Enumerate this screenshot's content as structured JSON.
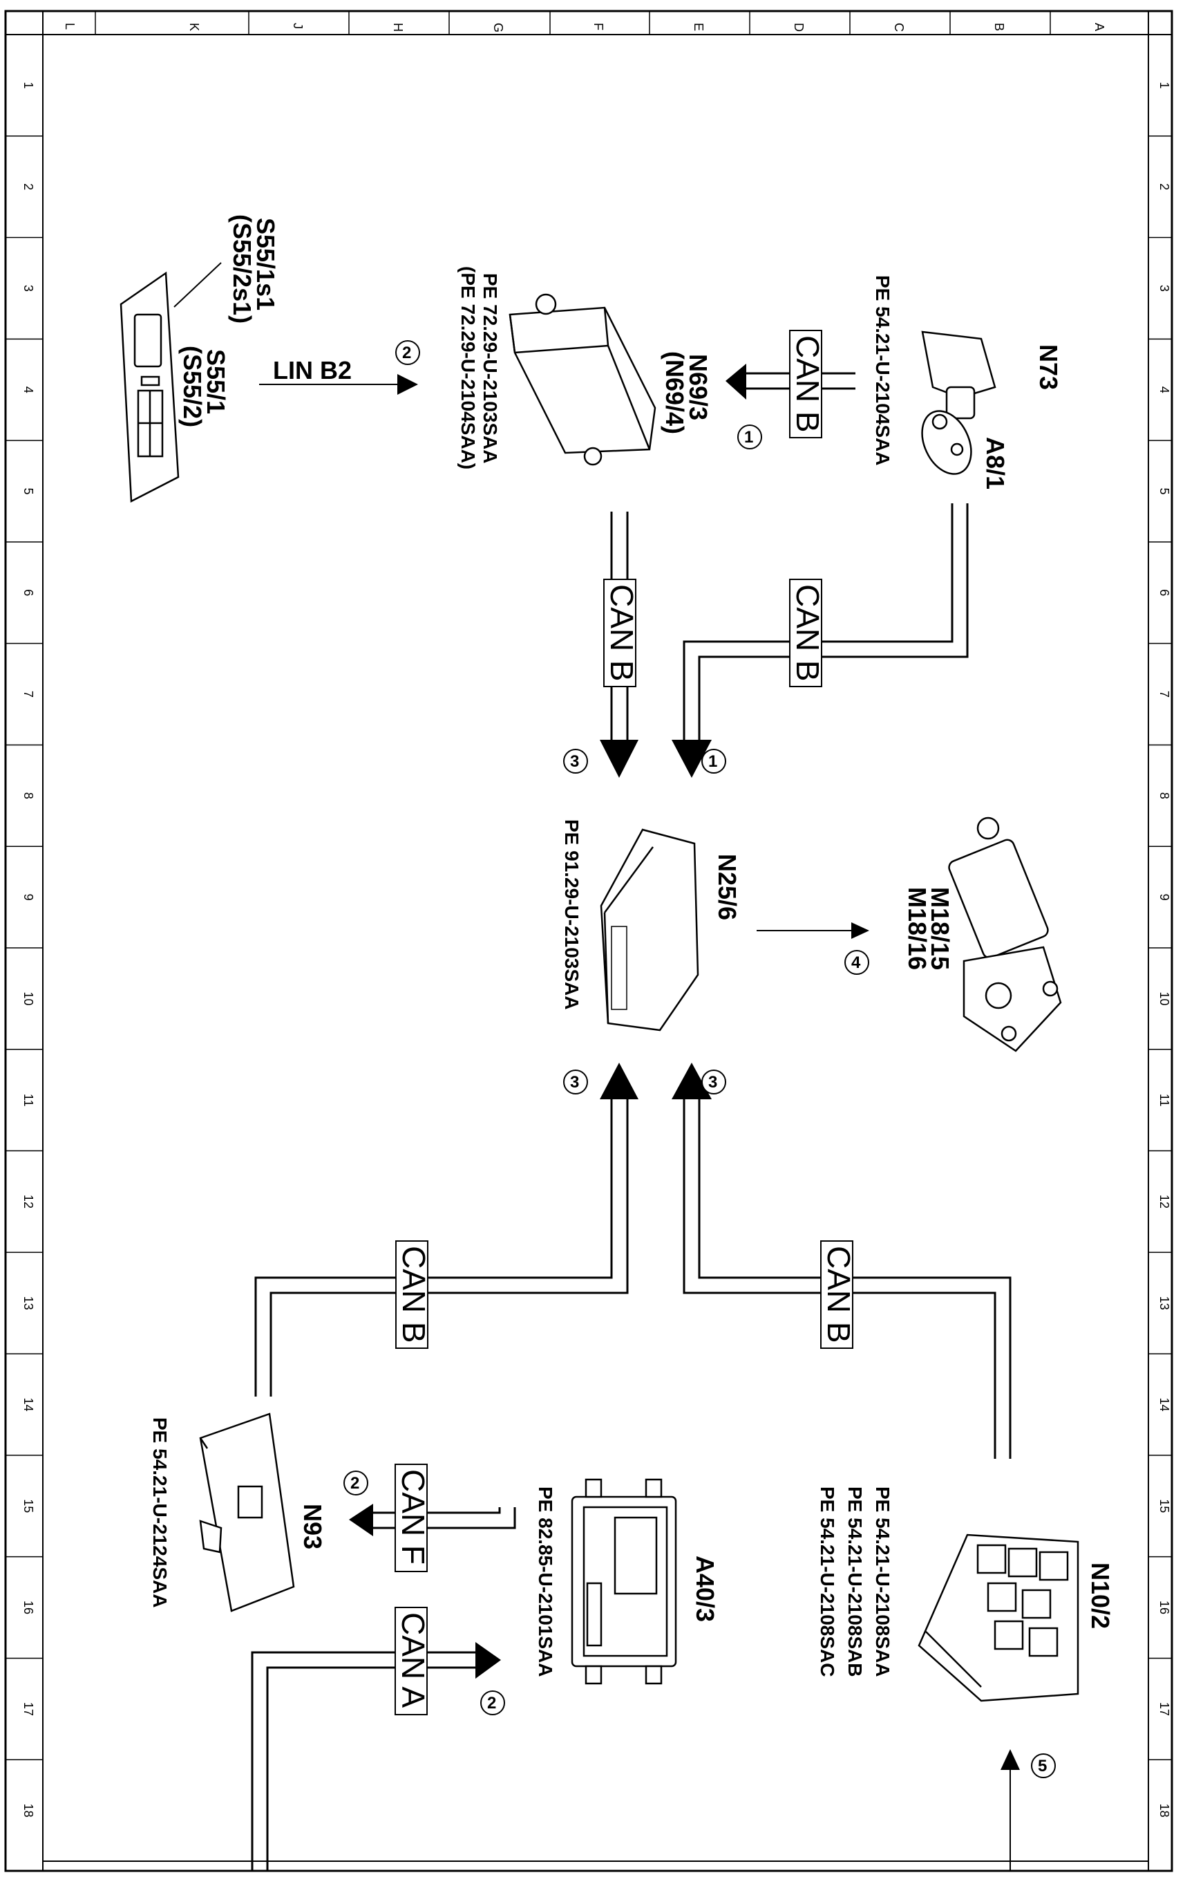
{
  "sheet": {
    "column_labels": [
      "L",
      "K",
      "J",
      "H",
      "G",
      "F",
      "E",
      "D",
      "C",
      "B",
      "A"
    ],
    "row_labels": [
      "1",
      "2",
      "3",
      "4",
      "5",
      "6",
      "7",
      "8",
      "9",
      "10",
      "11",
      "12",
      "13",
      "14",
      "15",
      "16",
      "17",
      "18"
    ]
  },
  "components": {
    "s55": {
      "line1": "S55/1s1",
      "line2": "(S55/2s1)",
      "line3": "S55/1",
      "line4": "(S55/2)"
    },
    "n69": {
      "line1": "N69/3",
      "line2": "(N69/4)",
      "pe1": "PE 72.29-U-2103SAA",
      "pe2": "(PE 72.29-U-2104SAA)"
    },
    "n73": {
      "name": "N73",
      "sub": "A8/1",
      "pe": "PE 54.21-U-2104SAA"
    },
    "n25": {
      "name": "N25/6",
      "pe": "PE 91.29-U-2103SAA"
    },
    "m18": {
      "line1": "M18/15",
      "line2": "M18/16"
    },
    "n93": {
      "name": "N93",
      "pe": "PE 54.21-U-2124SAA"
    },
    "a40": {
      "name": "A40/3",
      "pe": "PE 82.85-U-2101SAA"
    },
    "n10": {
      "name": "N10/2",
      "pe1": "PE 54.21-U-2108SAA",
      "pe2": "PE 54.21-U-2108SAB",
      "pe3": "PE 54.21-U-2108SAC"
    }
  },
  "buses": {
    "lin_b2": "LIN B2",
    "can_b": "CAN B",
    "can_f": "CAN F",
    "can_a": "CAN A"
  },
  "refs": {
    "r1": "1",
    "r2": "2",
    "r3": "3",
    "r4": "4",
    "r5": "5"
  }
}
